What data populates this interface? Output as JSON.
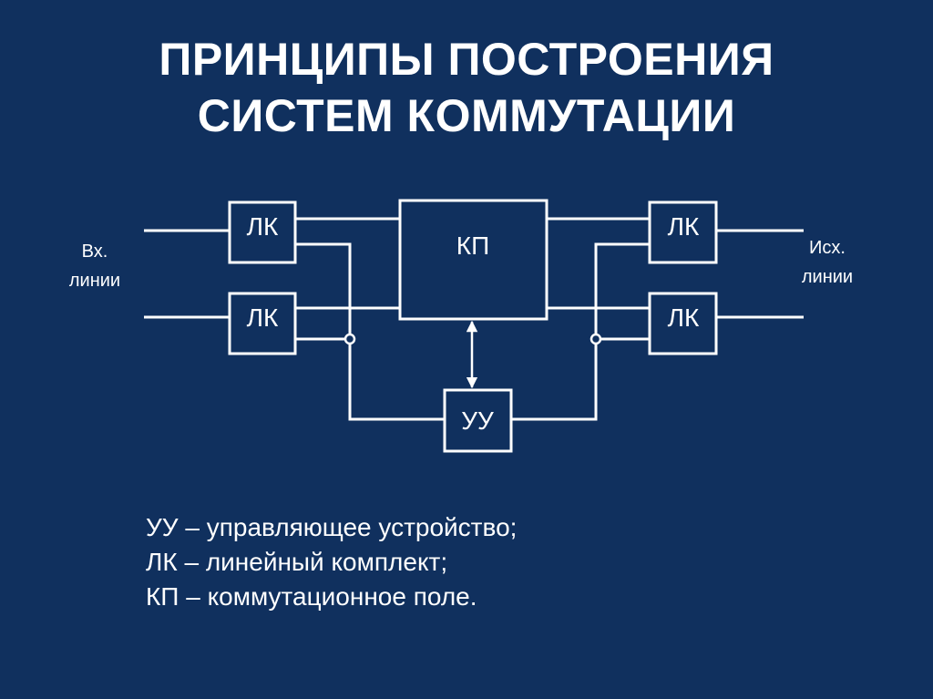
{
  "title": {
    "line1": "ПРИНЦИПЫ ПОСТРОЕНИЯ",
    "line2": "СИСТЕМ КОММУТАЦИИ"
  },
  "diagram": {
    "input_label": [
      "Вх.",
      "линии"
    ],
    "output_label": [
      "Исх.",
      "линии"
    ],
    "blocks": {
      "lk_in_1": "ЛК",
      "lk_in_2": "ЛК",
      "kp": "КП",
      "lk_out_1": "ЛК",
      "lk_out_2": "ЛК",
      "uu": "УУ"
    }
  },
  "legend": [
    "УУ – управляющее устройство;",
    "ЛК – линейный комплект;",
    "КП – коммутационное поле."
  ],
  "colors": {
    "background": "#10305e",
    "foreground": "#ffffff"
  }
}
